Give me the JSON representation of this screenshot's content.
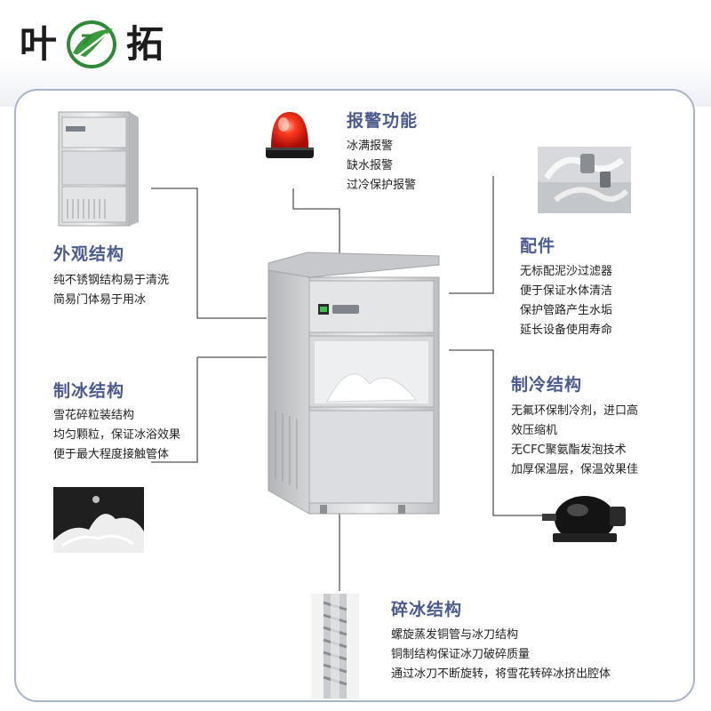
{
  "brand": {
    "left_char": "叶",
    "right_char": "拓"
  },
  "alarm": {
    "title": "报警功能",
    "lines": [
      "冰满报警",
      "缺水报警",
      "过冷保护报警"
    ]
  },
  "exterior": {
    "title": "外观结构",
    "lines": [
      "纯不锈钢结构易于清洗",
      "简易门体易于用冰"
    ]
  },
  "accessories": {
    "title": "配件",
    "lines": [
      "无标配泥沙过滤器",
      "便于保证水体清洁",
      "保护管路产生水垢",
      "延长设备使用寿命"
    ]
  },
  "ice_making": {
    "title": "制冰结构",
    "lines": [
      "雪花碎粒装结构",
      "均匀颗粒，保证冰浴效果",
      "便于最大程度接触管体"
    ]
  },
  "cooling": {
    "title": "制冷结构",
    "lines": [
      "无氟环保制冷剂，进口高",
      "效压缩机",
      "无CFC聚氨酯发泡技术",
      "加厚保温层，保温效果佳"
    ]
  },
  "crushing": {
    "title": "碎冰结构",
    "lines": [
      "螺旋蒸发铜管与冰刀结构",
      "铜制结构保证冰刀破碎质量",
      "通过冰刀不断旋转，将雪花转碎冰挤出腔体"
    ]
  },
  "colors": {
    "title": "#4b5a8f",
    "connector": "#555555",
    "panel_border": "#a9b3cf",
    "logo_green": "#3a9a3e"
  }
}
